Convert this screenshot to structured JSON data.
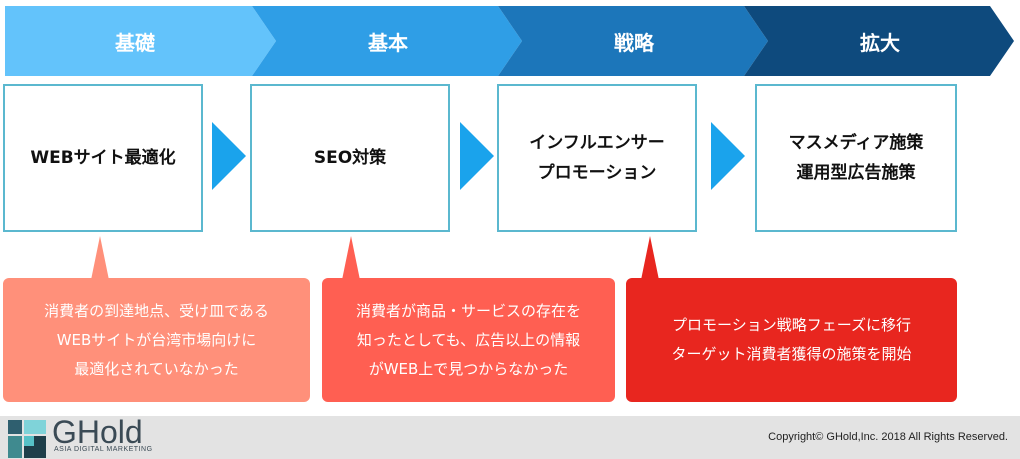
{
  "stages": [
    {
      "label": "基礎",
      "color": "#63c3fb"
    },
    {
      "label": "基本",
      "color": "#2f9ee6"
    },
    {
      "label": "戦略",
      "color": "#1c76ba"
    },
    {
      "label": "拡大",
      "color": "#0e4a7d"
    }
  ],
  "steps": [
    {
      "lines": [
        "WEBサイト最適化"
      ]
    },
    {
      "lines": [
        "SEO対策"
      ]
    },
    {
      "lines": [
        "インフルエンサー",
        "プロモーション"
      ]
    },
    {
      "lines": [
        "マスメディア施策",
        "運用型広告施策"
      ]
    }
  ],
  "notes": [
    {
      "lines": [
        "消費者の到達地点、受け皿である",
        "WEBサイトが台湾市場向けに",
        "最適化されていなかった"
      ],
      "color": "#ff907a"
    },
    {
      "lines": [
        "消費者が商品・サービスの存在を",
        "知ったとしても、広告以上の情報",
        "がWEB上で見つからなかった"
      ],
      "color": "#ff5f52"
    },
    {
      "lines": [
        "プロモーション戦略フェーズに移行",
        "ターゲット消費者獲得の施策を開始"
      ],
      "color": "#e8261f"
    }
  ],
  "colors": {
    "box_border": "#5bb8cf",
    "arrow": "#1aa3ec",
    "footer_bg": "#e3e3e3"
  },
  "footer": {
    "logo_text": "GHold",
    "logo_sub": "ASIA DIGITAL MARKETING",
    "copyright": "Copyright© GHold,Inc. 2018 All Rights Reserved."
  }
}
